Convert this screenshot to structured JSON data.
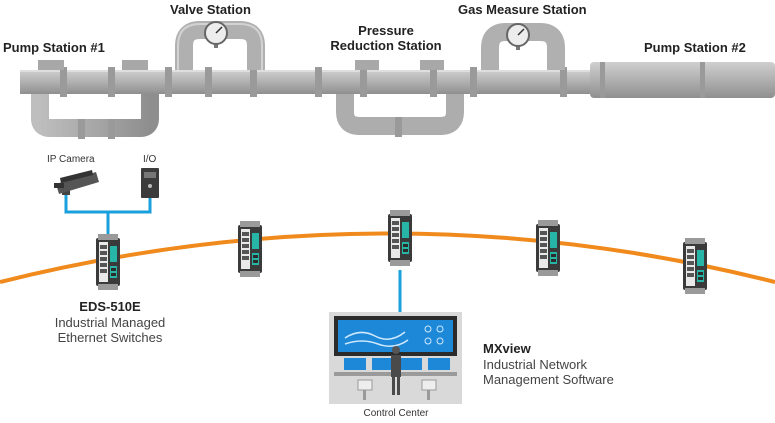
{
  "stations": {
    "pump1": "Pump Station #1",
    "valve": "Valve Station",
    "pressure_line1": "Pressure",
    "pressure_line2": "Reduction Station",
    "gas": "Gas Measure Station",
    "pump2": "Pump Station #2"
  },
  "devices": {
    "ip_camera": "IP Camera",
    "io": "I/O"
  },
  "switch": {
    "model": "EDS-510E",
    "desc_line1": "Industrial Managed",
    "desc_line2": "Ethernet Switches"
  },
  "software": {
    "name": "MXview",
    "desc_line1": "Industrial Network",
    "desc_line2": "Management Software"
  },
  "control_center": "Control Center",
  "colors": {
    "pipe": "#b3b3b3",
    "pipe_dark": "#8c8c8c",
    "ring": "#f08a1c",
    "link": "#1aa0dc",
    "screen": "#1e88d8",
    "switch_body": "#3a3a3a",
    "switch_accent": "#27b5a8"
  },
  "icons": [
    "ip-camera-icon",
    "io-device-icon",
    "switch-icon",
    "monitor-icon",
    "gauge-icon"
  ]
}
